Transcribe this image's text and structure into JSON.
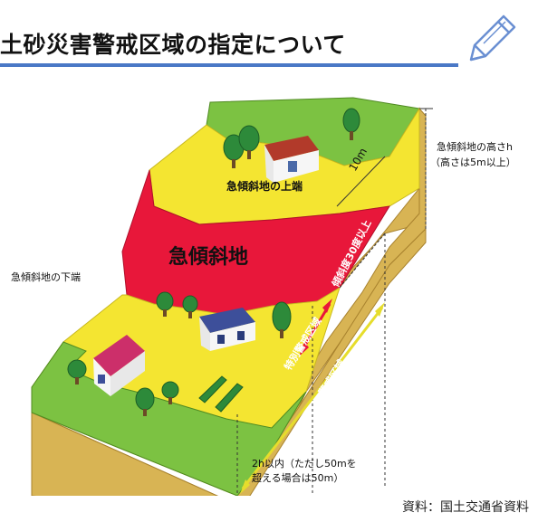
{
  "header": {
    "title": "土砂災害警戒区域の指定について",
    "icon": "pencil-icon",
    "rule_color": "#4a78c6"
  },
  "diagram": {
    "labels": {
      "height": "急傾斜地の高さh",
      "height_note": "（高さは5m以上）",
      "top_edge": "急傾斜地の上端",
      "ten_m": "10m",
      "slope_angle": "傾斜度30度以上",
      "steep_slope": "急傾斜地",
      "bottom_edge": "急傾斜地の下端",
      "special_zone": "特別警戒区域",
      "warning_zone": "警戒区域",
      "distance_line1": "2h以内（ただし50mを",
      "distance_line2": "超える場合は50m）"
    },
    "colors": {
      "green": "#7cc242",
      "yellow": "#f4e531",
      "red": "#e8173a",
      "soil": "#d8b454"
    }
  },
  "footer": {
    "source": "資料：国土交通省資料"
  }
}
